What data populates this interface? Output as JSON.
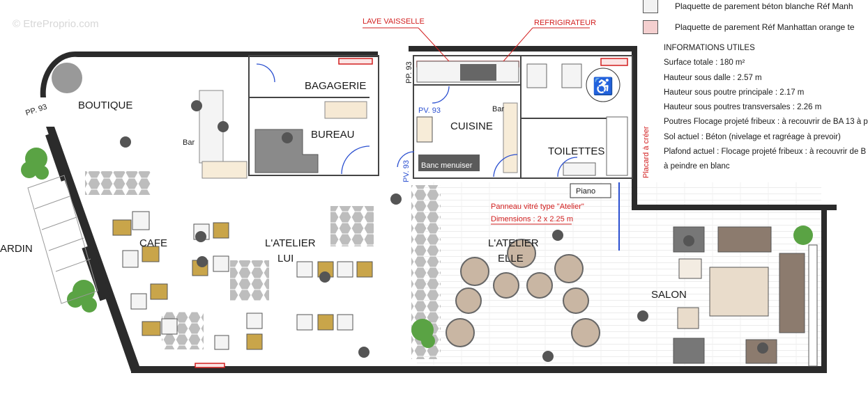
{
  "watermark": "© EtreProprio.com",
  "legend": [
    {
      "label": "Plaquette de parement béton blanche Réf Manh",
      "color": "#f2f2f2"
    },
    {
      "label": "Plaquette de parement Réf Manhattan orange te",
      "color": "#f4cfcf"
    }
  ],
  "info": {
    "title": "INFORMATIONS UTILES",
    "lines": [
      "Surface totale : 180 m²",
      "Hauteur sous dalle : 2.57 m",
      "Hauteur sous poutre principale : 2.17 m",
      "Hauteur sous poutres transversales : 2.26 m",
      "Poutres Flocage projeté fribeux : à recouvrir de BA 13 à p",
      "Sol actuel : Béton (nivelage et ragréage à prevoir)",
      "Plafond actuel : Flocage projeté fribeux : à recouvrir de B",
      "à peindre en blanc"
    ]
  },
  "rooms": {
    "boutique": "BOUTIQUE",
    "bagagerie": "BAGAGERIE",
    "bureau": "BUREAU",
    "cuisine": "CUISINE",
    "toilettes": "TOILETTES",
    "cafe": "CAFE",
    "atelier_lui_1": "L'ATELIER",
    "atelier_lui_2": "LUI",
    "atelier_elle_1": "L'ATELIER",
    "atelier_elle_2": "ELLE",
    "salon": "SALON",
    "jardin": "ARDIN"
  },
  "labels": {
    "bar_left": "Bar",
    "bar_kitchen": "Bar",
    "banc": "Banc menuiser",
    "piano": "Piano",
    "pp93_a": "PP. 93",
    "pp93_b": "PP. 93",
    "pv93_a": "PV. 93",
    "pv93_b": "PV. 93",
    "lave_vaisselle": "LAVE VAISSELLE",
    "refrigerateur": "REFRIGIRATEUR",
    "panneau_1": "Panneau vitré type \"Atelier\"",
    "panneau_2": "Dimensions : 2 x 2.25 m",
    "placard": "Placard à créer"
  },
  "colors": {
    "wall": "#222222",
    "accent_red": "#d21f1f",
    "door_blue": "#2a4fd0",
    "hex_tile": "#a8a8a8",
    "chair_yellow": "#c9a54a",
    "chair_blue": "#7fa9c9",
    "plant": "#4f9a3a"
  }
}
